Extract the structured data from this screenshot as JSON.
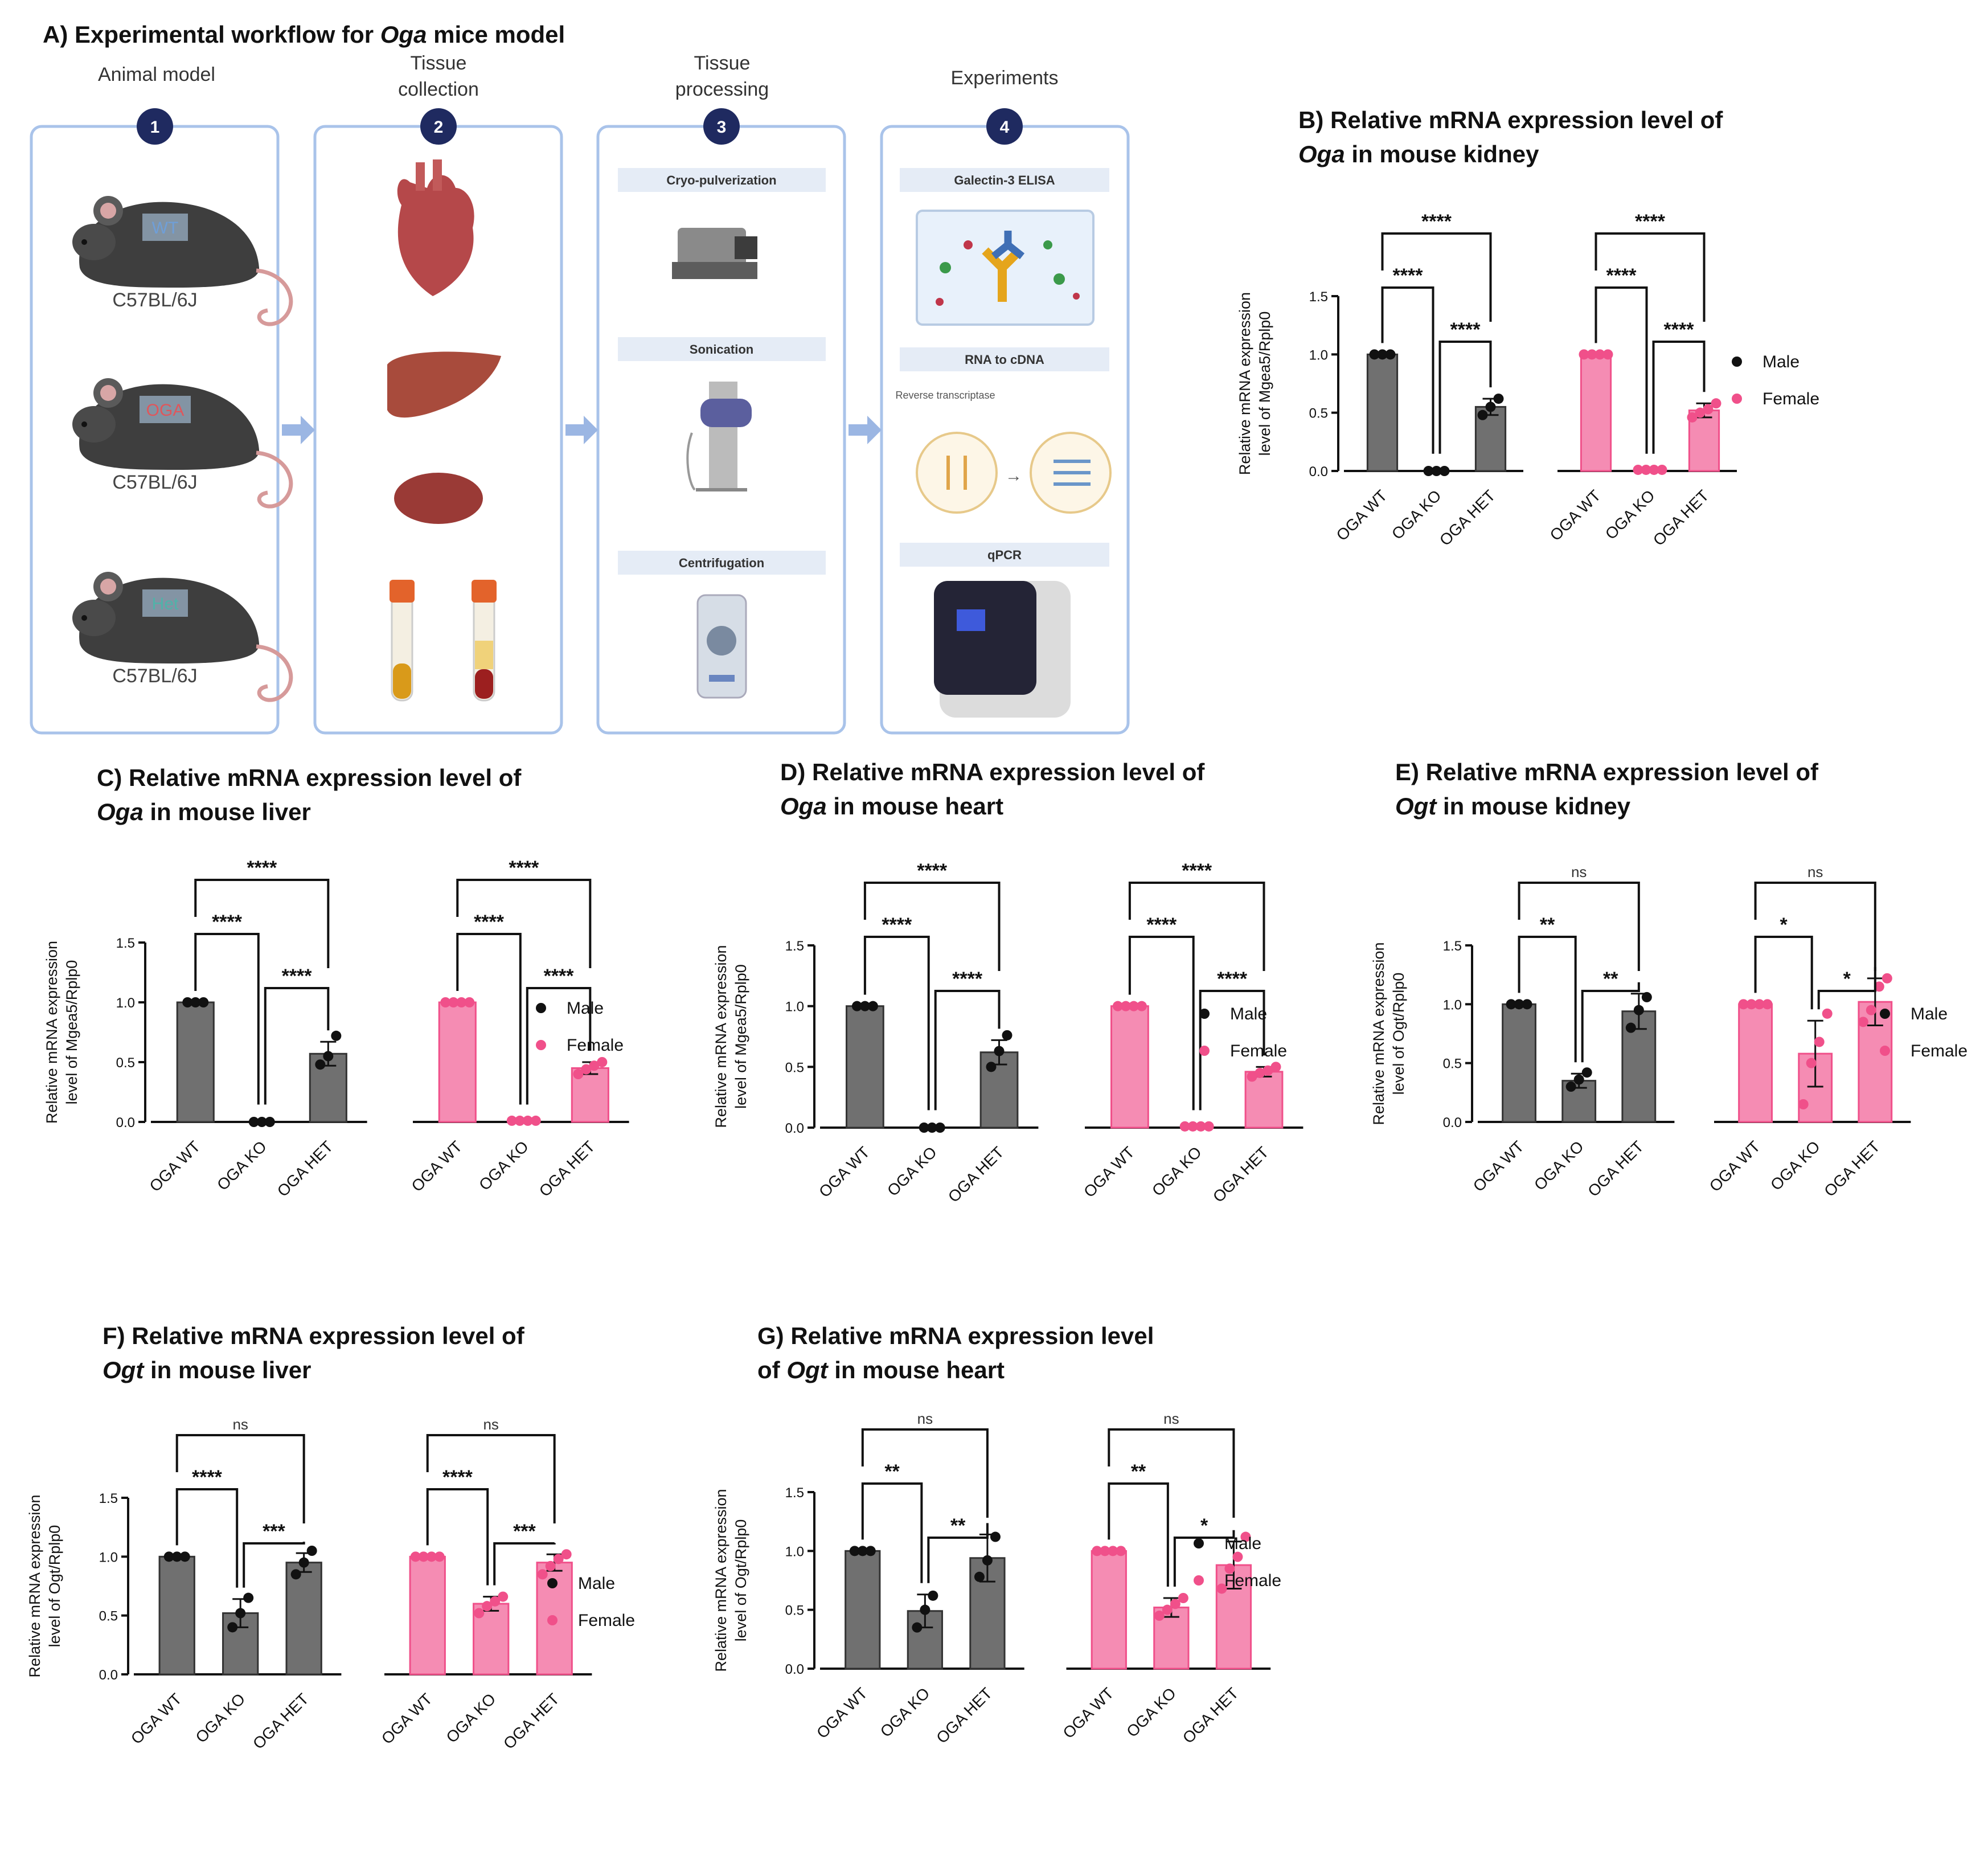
{
  "workflow": {
    "title": "A) Experimental workflow for Oga mice model",
    "title_prefix": "A) Experimental workflow for ",
    "title_gene": "Oga",
    "title_suffix": " mice model",
    "steps": [
      {
        "number": "1",
        "name": "Animal model",
        "items": [
          {
            "badge": "WT",
            "badge_color": "#6f9fd8",
            "strain": "C57BL/6J"
          },
          {
            "badge": "OGA",
            "badge_color": "#e0565b",
            "strain": "C57BL/6J"
          },
          {
            "badge": "Het",
            "badge_color": "#4fb3a9",
            "strain": "C57BL/6J"
          }
        ]
      },
      {
        "number": "2",
        "name": "Tissue collection",
        "items": [
          "heart",
          "liver",
          "kidney",
          "blood-tubes"
        ]
      },
      {
        "number": "3",
        "name": "Tissue processing",
        "items": [
          "Cryo-pulverization",
          "Sonication",
          "Centrifugation"
        ]
      },
      {
        "number": "4",
        "name": "Experiments",
        "items": [
          "Galectin-3 ELISA",
          "RNA to cDNA",
          "qPCR"
        ],
        "rt_label": "Reverse transcriptase"
      }
    ],
    "step_color": "#1f2a60",
    "panel_border_color": "#a9c3ea",
    "arrow_color": "#9bb6e3"
  },
  "legend": {
    "male": "Male",
    "female": "Female",
    "male_color": "#111111",
    "female_color": "#f0508a"
  },
  "colors": {
    "male_bar": "#707070",
    "female_bar": "#f58cb3",
    "male_dot": "#111111",
    "female_dot": "#f0508a"
  },
  "chart_data": [
    {
      "panel": "B",
      "type": "bar",
      "title_line1": "B) Relative mRNA expression level of",
      "title_gene": "Oga",
      "title_rest": " in mouse kidney",
      "ylabel_line1": "Relative mRNA expression",
      "ylabel_line2": "level of Mgea5/Rplp0",
      "yticks": [
        "0.0",
        "0.5",
        "1.0",
        "1.5"
      ],
      "ylim": [
        0,
        1.5
      ],
      "categories": [
        "OGA WT",
        "OGA KO",
        "OGA HET",
        "OGA WT",
        "OGA KO",
        "OGA HET"
      ],
      "series": [
        {
          "name": "Male",
          "values": [
            1.0,
            0.0,
            0.55
          ],
          "sd": [
            0,
            0,
            0.07
          ],
          "points": [
            [
              1,
              1,
              1
            ],
            [
              0,
              0,
              0
            ],
            [
              0.48,
              0.55,
              0.62
            ]
          ]
        },
        {
          "name": "Female",
          "values": [
            1.0,
            0.01,
            0.52
          ],
          "sd": [
            0,
            0,
            0.06
          ],
          "points": [
            [
              1,
              1,
              1,
              1
            ],
            [
              0.01,
              0.01,
              0.01,
              0.01
            ],
            [
              0.46,
              0.5,
              0.53,
              0.58
            ]
          ]
        }
      ],
      "male_sig": [
        "****",
        "****",
        "****"
      ],
      "female_sig": [
        "****",
        "****",
        "****"
      ]
    },
    {
      "panel": "C",
      "type": "bar",
      "title_line1": "C) Relative mRNA expression level of",
      "title_gene": "Oga",
      "title_rest": " in mouse liver",
      "ylabel_line1": "Relative mRNA expression",
      "ylabel_line2": "level of Mgea5/Rplp0",
      "yticks": [
        "0.0",
        "0.5",
        "1.0",
        "1.5"
      ],
      "ylim": [
        0,
        1.5
      ],
      "categories": [
        "OGA WT",
        "OGA KO",
        "OGA HET",
        "OGA WT",
        "OGA KO",
        "OGA HET"
      ],
      "series": [
        {
          "name": "Male",
          "values": [
            1.0,
            0.0,
            0.57
          ],
          "sd": [
            0,
            0,
            0.1
          ],
          "points": [
            [
              1,
              1,
              1
            ],
            [
              0,
              0,
              0
            ],
            [
              0.48,
              0.55,
              0.72
            ]
          ]
        },
        {
          "name": "Female",
          "values": [
            1.0,
            0.01,
            0.45
          ],
          "sd": [
            0,
            0,
            0.05
          ],
          "points": [
            [
              1,
              1,
              1,
              1
            ],
            [
              0.01,
              0.01,
              0.01,
              0.01
            ],
            [
              0.4,
              0.44,
              0.47,
              0.5
            ]
          ]
        }
      ],
      "male_sig": [
        "****",
        "****",
        "****"
      ],
      "female_sig": [
        "****",
        "****",
        "****"
      ]
    },
    {
      "panel": "D",
      "type": "bar",
      "title_line1": "D) Relative mRNA expression level of",
      "title_gene": "Oga",
      "title_rest": " in mouse heart",
      "ylabel_line1": "Relative mRNA expression",
      "ylabel_line2": "level of Mgea5/Rplp0",
      "yticks": [
        "0.0",
        "0.5",
        "1.0",
        "1.5"
      ],
      "ylim": [
        0,
        1.5
      ],
      "categories": [
        "OGA WT",
        "OGA KO",
        "OGA HET",
        "OGA WT",
        "OGA KO",
        "OGA HET"
      ],
      "series": [
        {
          "name": "Male",
          "values": [
            1.0,
            0.0,
            0.62
          ],
          "sd": [
            0,
            0,
            0.1
          ],
          "points": [
            [
              1,
              1,
              1
            ],
            [
              0,
              0,
              0
            ],
            [
              0.5,
              0.63,
              0.76
            ]
          ]
        },
        {
          "name": "Female",
          "values": [
            1.0,
            0.01,
            0.46
          ],
          "sd": [
            0,
            0,
            0.04
          ],
          "points": [
            [
              1,
              1,
              1,
              1
            ],
            [
              0.01,
              0.01,
              0.01,
              0.01
            ],
            [
              0.42,
              0.45,
              0.47,
              0.5
            ]
          ]
        }
      ],
      "male_sig": [
        "****",
        "****",
        "****"
      ],
      "female_sig": [
        "****",
        "****",
        "****"
      ]
    },
    {
      "panel": "E",
      "type": "bar",
      "title_line1": "E) Relative mRNA expression level of",
      "title_gene": "Ogt",
      "title_rest": " in mouse kidney",
      "ylabel_line1": "Relative mRNA expression",
      "ylabel_line2": "level of Ogt/Rplp0",
      "yticks": [
        "0.0",
        "0.5",
        "1.0",
        "1.5"
      ],
      "ylim": [
        0,
        1.5
      ],
      "categories": [
        "OGA WT",
        "OGA KO",
        "OGA HET",
        "OGA WT",
        "OGA KO",
        "OGA HET"
      ],
      "series": [
        {
          "name": "Male",
          "values": [
            1.0,
            0.35,
            0.94
          ],
          "sd": [
            0,
            0.06,
            0.15
          ],
          "points": [
            [
              1,
              1,
              1
            ],
            [
              0.3,
              0.36,
              0.42
            ],
            [
              0.8,
              0.95,
              1.06
            ]
          ]
        },
        {
          "name": "Female",
          "values": [
            1.0,
            0.58,
            1.02
          ],
          "sd": [
            0,
            0.28,
            0.2
          ],
          "points": [
            [
              1,
              1,
              1,
              1
            ],
            [
              0.15,
              0.5,
              0.68,
              0.92
            ],
            [
              0.85,
              0.95,
              1.15,
              1.22
            ]
          ]
        }
      ],
      "male_sig": [
        "**",
        "**",
        "ns"
      ],
      "female_sig": [
        "*",
        "*",
        "ns"
      ]
    },
    {
      "panel": "F",
      "type": "bar",
      "title_line1": "F) Relative mRNA expression level of",
      "title_gene": "Ogt",
      "title_rest": " in mouse liver",
      "ylabel_line1": "Relative mRNA expression",
      "ylabel_line2": "level of Ogt/Rplp0",
      "yticks": [
        "0.0",
        "0.5",
        "1.0",
        "1.5"
      ],
      "ylim": [
        0,
        1.5
      ],
      "categories": [
        "OGA WT",
        "OGA KO",
        "OGA HET",
        "OGA WT",
        "OGA KO",
        "OGA HET"
      ],
      "series": [
        {
          "name": "Male",
          "values": [
            1.0,
            0.52,
            0.95
          ],
          "sd": [
            0,
            0.12,
            0.08
          ],
          "points": [
            [
              1,
              1,
              1
            ],
            [
              0.4,
              0.52,
              0.65
            ],
            [
              0.85,
              0.95,
              1.05
            ]
          ]
        },
        {
          "name": "Female",
          "values": [
            1.0,
            0.6,
            0.95
          ],
          "sd": [
            0,
            0.06,
            0.07
          ],
          "points": [
            [
              1,
              1,
              1,
              1
            ],
            [
              0.52,
              0.58,
              0.62,
              0.66
            ],
            [
              0.85,
              0.92,
              0.98,
              1.02
            ]
          ]
        }
      ],
      "male_sig": [
        "****",
        "***",
        "ns"
      ],
      "female_sig": [
        "****",
        "***",
        "ns"
      ]
    },
    {
      "panel": "G",
      "type": "bar",
      "title_line1": "G) Relative mRNA expression level",
      "title_line2_prefix": "of ",
      "title_gene": "Ogt",
      "title_rest": " in mouse heart",
      "ylabel_line1": "Relative mRNA expression",
      "ylabel_line2": "level of Ogt/Rplp0",
      "yticks": [
        "0.0",
        "0.5",
        "1.0",
        "1.5"
      ],
      "ylim": [
        0,
        1.5
      ],
      "categories": [
        "OGA WT",
        "OGA KO",
        "OGA HET",
        "OGA WT",
        "OGA KO",
        "OGA HET"
      ],
      "series": [
        {
          "name": "Male",
          "values": [
            1.0,
            0.49,
            0.94
          ],
          "sd": [
            0,
            0.14,
            0.2
          ],
          "points": [
            [
              1,
              1,
              1
            ],
            [
              0.35,
              0.5,
              0.62
            ],
            [
              0.78,
              0.92,
              1.12
            ]
          ]
        },
        {
          "name": "Female",
          "values": [
            1.0,
            0.52,
            0.88
          ],
          "sd": [
            0,
            0.08,
            0.2
          ],
          "points": [
            [
              1,
              1,
              1,
              1
            ],
            [
              0.45,
              0.5,
              0.55,
              0.6
            ],
            [
              0.68,
              0.85,
              0.95,
              1.12
            ]
          ]
        }
      ],
      "male_sig": [
        "**",
        "**",
        "ns"
      ],
      "female_sig": [
        "**",
        "*",
        "ns"
      ]
    }
  ]
}
